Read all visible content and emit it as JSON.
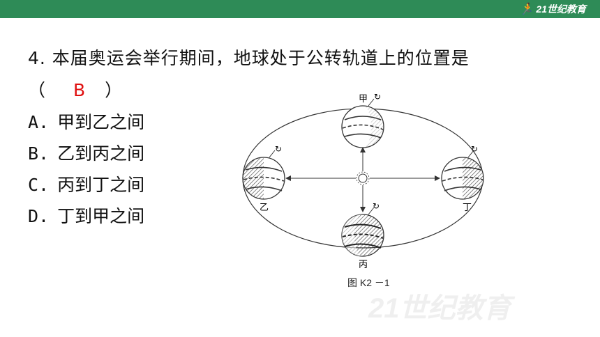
{
  "header": {
    "brand_color": "#2e8b57",
    "logo_text": "21世纪教育",
    "logo_icon": "runner-icon"
  },
  "question": {
    "text": "4. 本届奥运会举行期间，地球处于公转轨道上的位置是",
    "paren_open": "（",
    "answer": "B",
    "paren_close": "）",
    "answer_color": "#e01010"
  },
  "options": [
    {
      "letter": "A.",
      "text": "甲到乙之间"
    },
    {
      "letter": "B.",
      "text": "乙到丙之间"
    },
    {
      "letter": "C.",
      "text": "丙到丁之间"
    },
    {
      "letter": "D.",
      "text": "丁到甲之间"
    }
  ],
  "figure": {
    "labels": {
      "top": "甲",
      "left": "乙",
      "bottom": "丙",
      "right": "丁"
    },
    "caption": "图 K2 －1",
    "sun_icon": "sun-icon"
  },
  "watermark": "21世纪教育"
}
